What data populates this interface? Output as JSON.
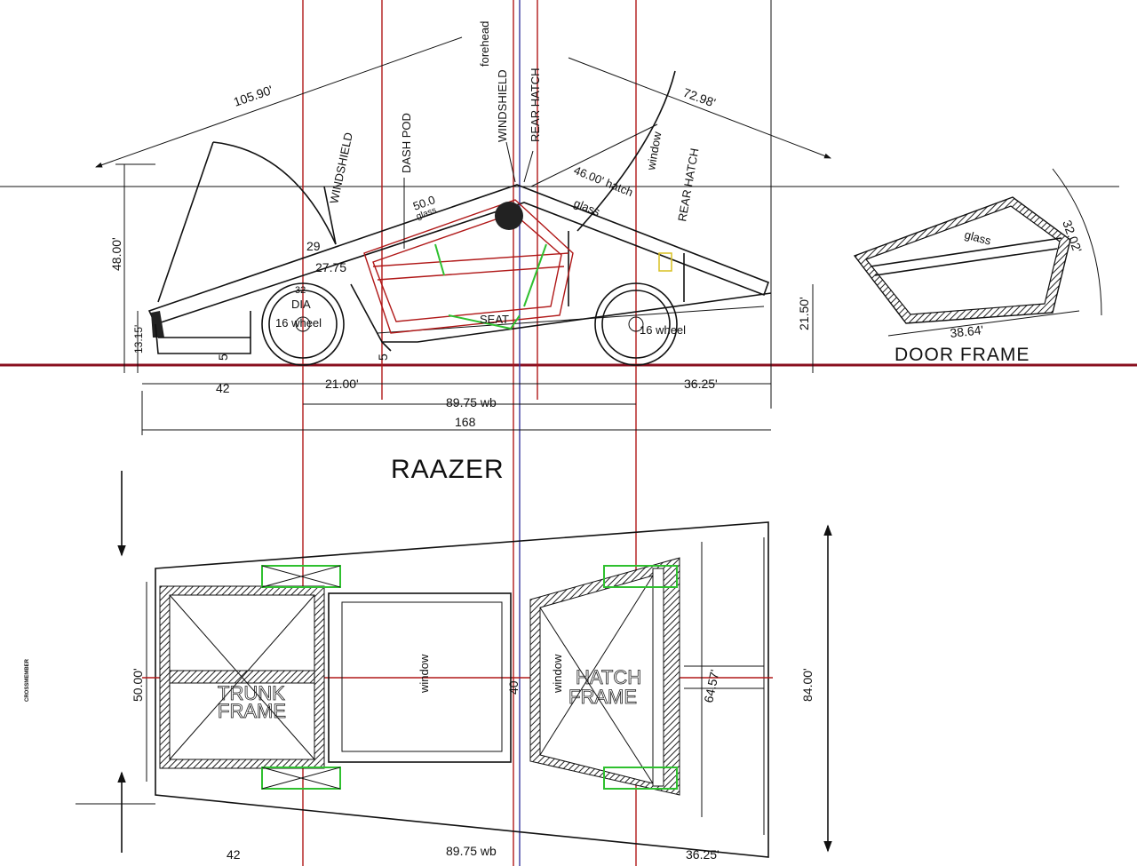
{
  "title": "RAAZER",
  "colors": {
    "reference_line": "#b01818",
    "centerline": "#3a3aa0",
    "accent": "#2fc02f"
  },
  "side_view": {
    "labels": {
      "forehead": "forehead",
      "windshield_top": "WINDSHIELD",
      "rear_hatch_top": "REAR HATCH",
      "windshield_left": "WINDSHIELD",
      "dash_pod": "DASH POD",
      "window": "window",
      "rear_hatch_right": "REAR HATCH",
      "hatch_length": "46.00' hatch",
      "glass": "glass",
      "glass_length": "50.0",
      "glass_small": "glass",
      "seat": "SEAT",
      "dia": "DIA",
      "front_wheel": "16 wheel",
      "rear_wheel": "16 wheel"
    },
    "dimensions": {
      "front_arc": "105.90'",
      "rear_arc": "72.98'",
      "height": "48.00'",
      "nose_height": "13.15'",
      "tail_height": "21.50'",
      "angle_29": "29",
      "angle_27": "27.75",
      "angle_32": "32",
      "front_overhang": "42",
      "front_axle": "21.00'",
      "wheelbase": "89.75  wb",
      "rear_overhang": "36.25'",
      "overall_length": "168",
      "clearance_front": "5",
      "clearance_mid": "5"
    }
  },
  "door_frame": {
    "label": "DOOR FRAME",
    "glass": "glass",
    "width": "38.64'",
    "height": "32.02'"
  },
  "top_view": {
    "trunk_frame": [
      "TRUNK",
      "FRAME"
    ],
    "hatch_frame": [
      "HATCH",
      "FRAME"
    ],
    "window_center": "window",
    "window_hatch": "window",
    "width_rear": "50.00'",
    "width_mid": "40",
    "width_hatch": "64.57'",
    "overall_width": "84.00'",
    "front_overhang": "42",
    "wheelbase": "89.75  wb",
    "rear_overhang": "36.25'",
    "side_note": "CROSSMEMBER"
  }
}
